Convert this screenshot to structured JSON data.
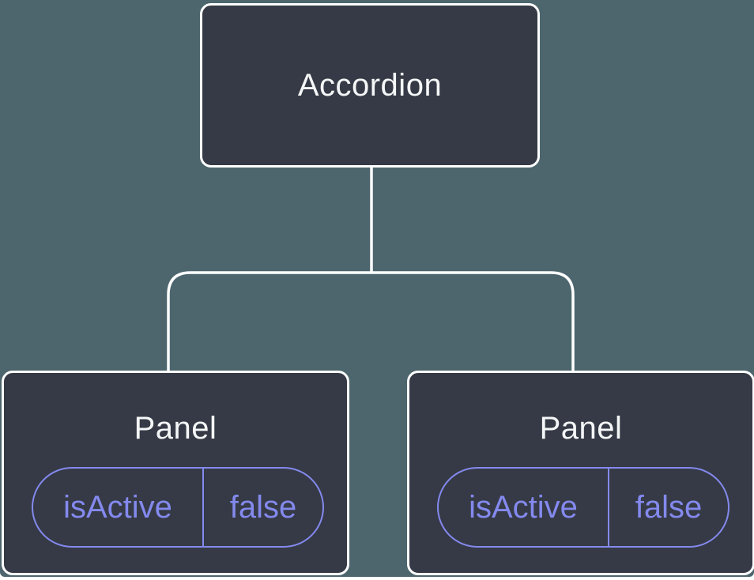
{
  "tree": {
    "root": {
      "label": "Accordion"
    },
    "children": [
      {
        "label": "Panel",
        "state": {
          "key": "isActive",
          "value": "false"
        }
      },
      {
        "label": "Panel",
        "state": {
          "key": "isActive",
          "value": "false"
        }
      }
    ]
  },
  "colors": {
    "background": "#4d666e",
    "node_fill": "#353a46",
    "node_border": "#ffffff",
    "node_text": "#f5f6f7",
    "state_accent": "#8489ee",
    "connector": "#ffffff"
  }
}
